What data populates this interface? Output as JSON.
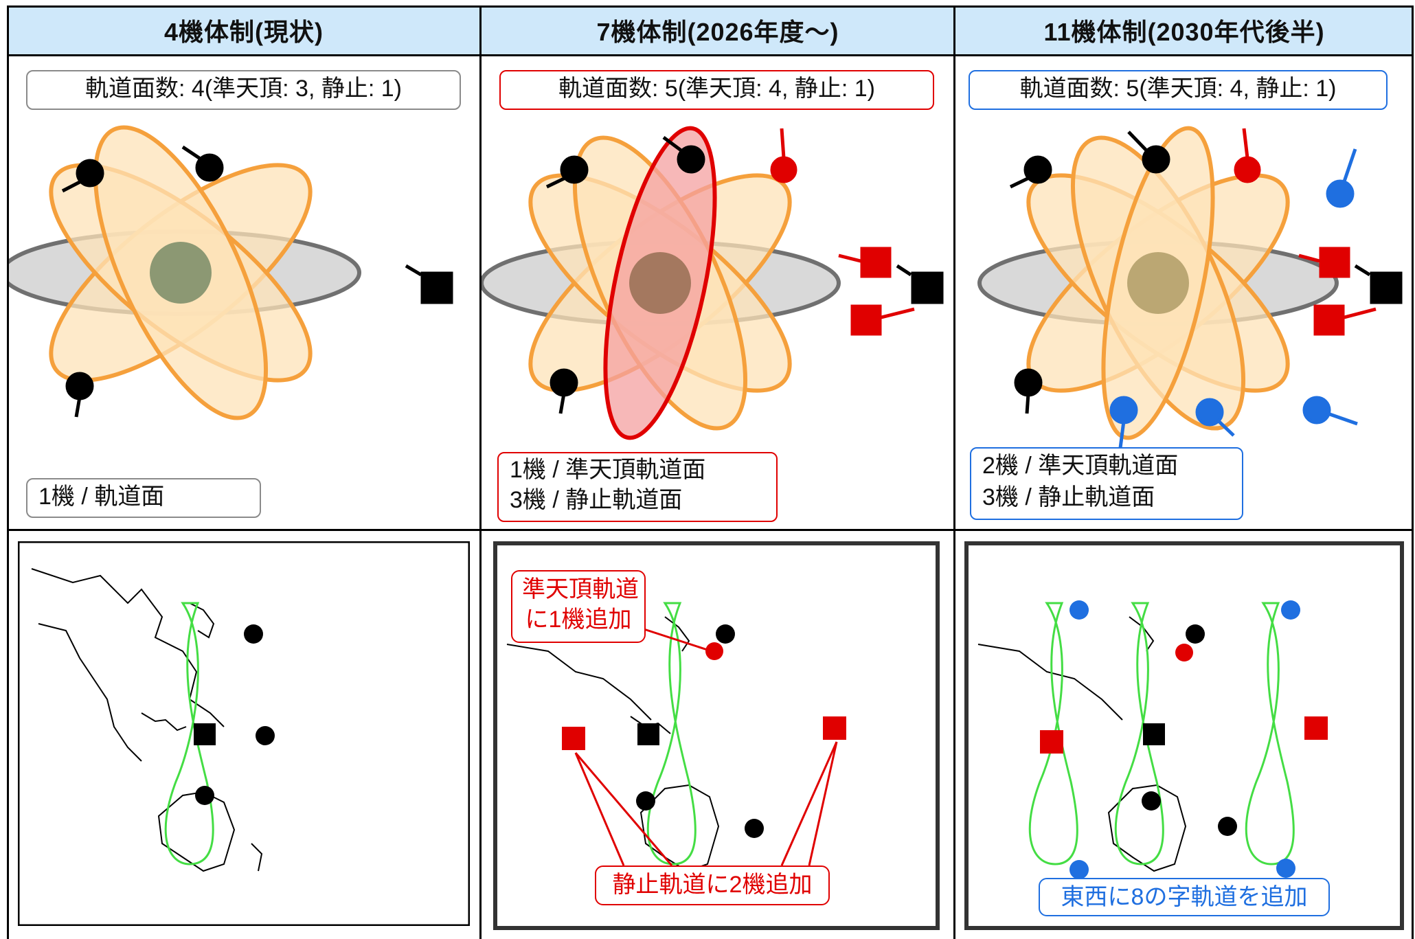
{
  "columns": [
    {
      "header": "4機体制(現状)",
      "orbit_count_label": "軌道面数: 4(準天頂: 3, 静止: 1)",
      "sat_note_lines": [
        "1機 / 軌道面"
      ],
      "map_callouts": []
    },
    {
      "header": "7機体制(2026年度～)",
      "orbit_count_label": "軌道面数: 5(準天頂: 4, 静止: 1)",
      "sat_note_lines": [
        "1機 / 準天頂軌道面",
        "3機 / 静止軌道面"
      ],
      "map_callouts": [
        "準天頂軌道",
        "に1機追加",
        "静止軌道に2機追加"
      ]
    },
    {
      "header": "11機体制(2030年代後半)",
      "orbit_count_label": "軌道面数: 5(準天頂: 4, 静止: 1)",
      "sat_note_lines": [
        "2機 / 準天頂軌道面",
        "3機 / 静止軌道面"
      ],
      "map_callouts": [
        "東西に8の字軌道を追加"
      ]
    }
  ],
  "colors": {
    "header_bg": "#cfe8fa",
    "orbit_orange": "#f5a03c",
    "new_red": "#e00000",
    "new_blue": "#1f6fe0",
    "ground_track_green": "#44dd44"
  }
}
